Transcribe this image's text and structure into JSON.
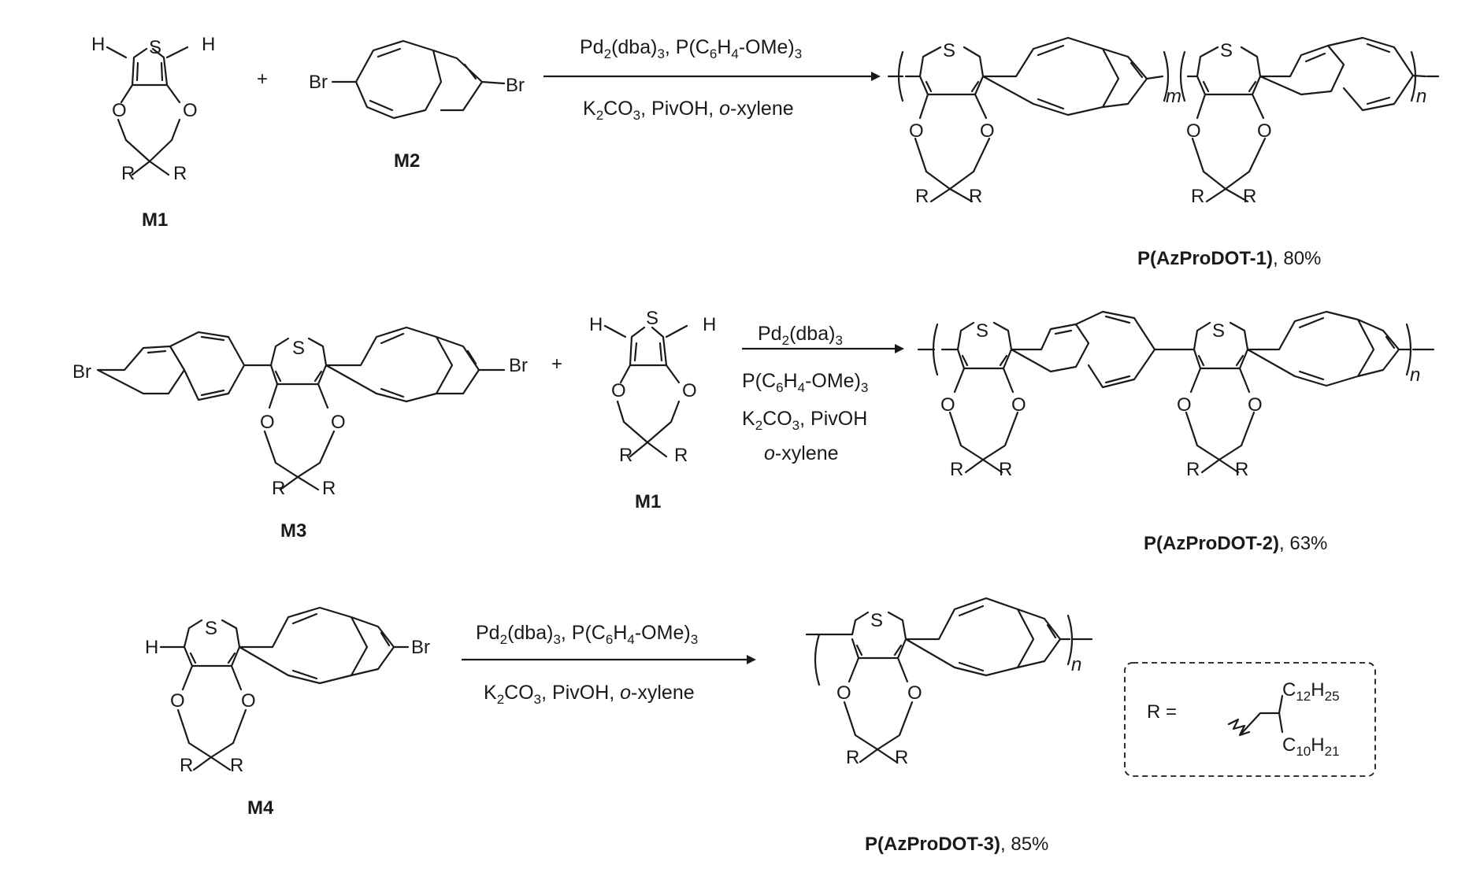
{
  "reactions": [
    {
      "conditions": {
        "line1": [
          "Pd",
          "2",
          "(dba)",
          "3",
          ", P(C",
          "6",
          "H",
          "4",
          "-OMe)",
          "3"
        ],
        "line2": [
          "K",
          "2",
          "CO",
          "3",
          ", PivOH, ",
          "o",
          "-xylene"
        ]
      },
      "reactant_a": "M1",
      "reactant_b": "M2",
      "plus": "+",
      "product": {
        "name": "P(AzProDOT-1)",
        "yield": ", 80%",
        "sub_m": "m",
        "sub_n": "n"
      }
    },
    {
      "conditions": {
        "line1": [
          "Pd",
          "2",
          "(dba)",
          "3"
        ],
        "line2": [
          "P(C",
          "6",
          "H",
          "4",
          "-OMe)",
          "3"
        ],
        "line3": [
          "K",
          "2",
          "CO",
          "3",
          ", PivOH"
        ],
        "line4": [
          "o",
          "-xylene"
        ]
      },
      "reactant_a": "M3",
      "reactant_b": "M1",
      "plus": "+",
      "product": {
        "name": "P(AzProDOT-2)",
        "yield": ", 63%",
        "sub_n": "n"
      }
    },
    {
      "conditions": {
        "line1": [
          "Pd",
          "2",
          "(dba)",
          "3",
          ", P(C",
          "6",
          "H",
          "4",
          "-OMe)",
          "3"
        ],
        "line2": [
          "K",
          "2",
          "CO",
          "3",
          ", PivOH, ",
          "o",
          "-xylene"
        ]
      },
      "reactant_a": "M4",
      "product": {
        "name": "P(AzProDOT-3)",
        "yield": ", 85%",
        "sub_n": "n"
      }
    }
  ],
  "atoms": {
    "S": "S",
    "O": "O",
    "H": "H",
    "Br": "Br",
    "R": "R"
  },
  "r_group": {
    "label": "R =",
    "top": [
      "C",
      "12",
      "H",
      "25"
    ],
    "bottom": [
      "C",
      "10",
      "H",
      "21"
    ]
  }
}
